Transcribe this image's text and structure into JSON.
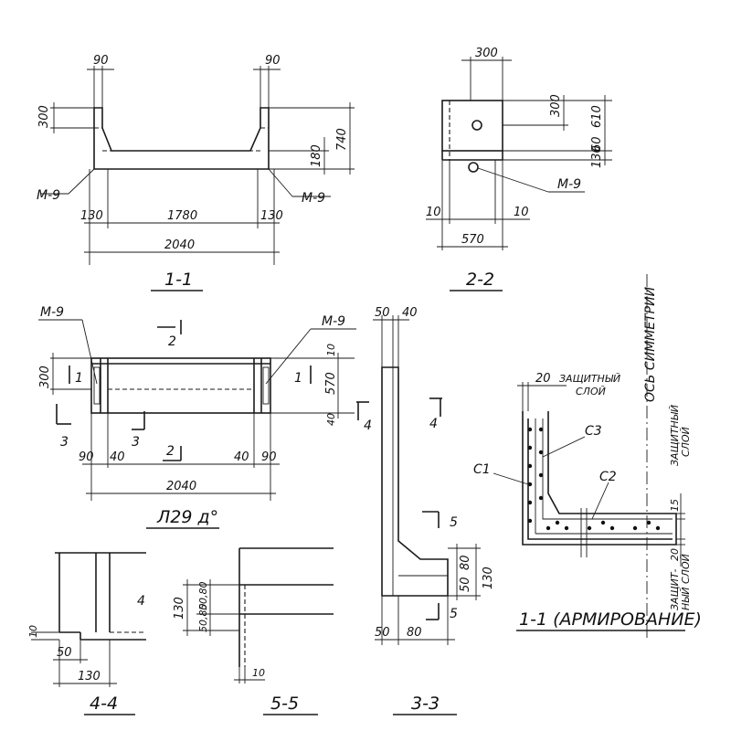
{
  "views": {
    "v11": {
      "title": "1-1",
      "d_top_left": "90",
      "d_top_right": "90",
      "d_300": "300",
      "d_740": "740",
      "d_180": "180",
      "mark_left": "М-9",
      "mark_right": "М-9",
      "d_130_left": "130",
      "d_1780": "1780",
      "d_130_right": "130",
      "d_2040": "2040"
    },
    "v22": {
      "title": "2-2",
      "d_300_top": "300",
      "d_300_side": "300",
      "d_610": "610",
      "d_60": "60",
      "d_130": "130",
      "mark": "М-9",
      "d_10_left": "10",
      "d_10_right": "10",
      "d_570": "570"
    },
    "plan": {
      "title": "Л29 д°",
      "mark_left": "М-9",
      "mark_right": "М-9",
      "d_300": "300",
      "d_10_top": "10",
      "d_570": "570",
      "d_40_right": "40",
      "d_90_left": "90",
      "d_40_left": "40",
      "d_40_mid": "40",
      "d_90_right": "90",
      "d_2040": "2040",
      "sec_2_top": "2",
      "sec_2_bottom": "2",
      "sec_1_left": "1",
      "sec_1_right": "1",
      "sec_3_left": "3",
      "sec_3_right": "3",
      "sec_4": "4"
    },
    "v33": {
      "title": "3-3",
      "d_50_top": "50",
      "d_40_top": "40",
      "sec_4": "4",
      "sec_5_top": "5",
      "sec_5_bottom": "5",
      "d_80_side": "80",
      "d_50_side": "50",
      "d_130_side": "130",
      "d_50_bottom": "50",
      "d_80_bottom": "80"
    },
    "v44": {
      "title": "4-4",
      "d_10": "10",
      "d_50": "50",
      "d_130": "130",
      "mark_4": "4"
    },
    "v55": {
      "title": "5-5",
      "d_130": "130",
      "d_50_80": "50,80",
      "d_50_80_b": "50,80",
      "d_10": "10"
    },
    "reinf": {
      "title": "1-1 (АРМИРОВАНИЕ)",
      "axis_label": "ОСЬ СИММЕТРИИ",
      "d_20_top": "20",
      "cover_top": "ЗАЩИТНЫЙ",
      "cover_top_2": "СЛОЙ",
      "cover_side": "ЗАЩИТНЫЙ",
      "cover_side_2": "СЛОЙ",
      "cover_bottom": "ЗАЩИТ-",
      "cover_bottom_2": "НЫЙ СЛОЙ",
      "c1": "С1",
      "c2": "С2",
      "c3": "С3",
      "d_15": "15",
      "d_20_bottom": "20"
    }
  }
}
